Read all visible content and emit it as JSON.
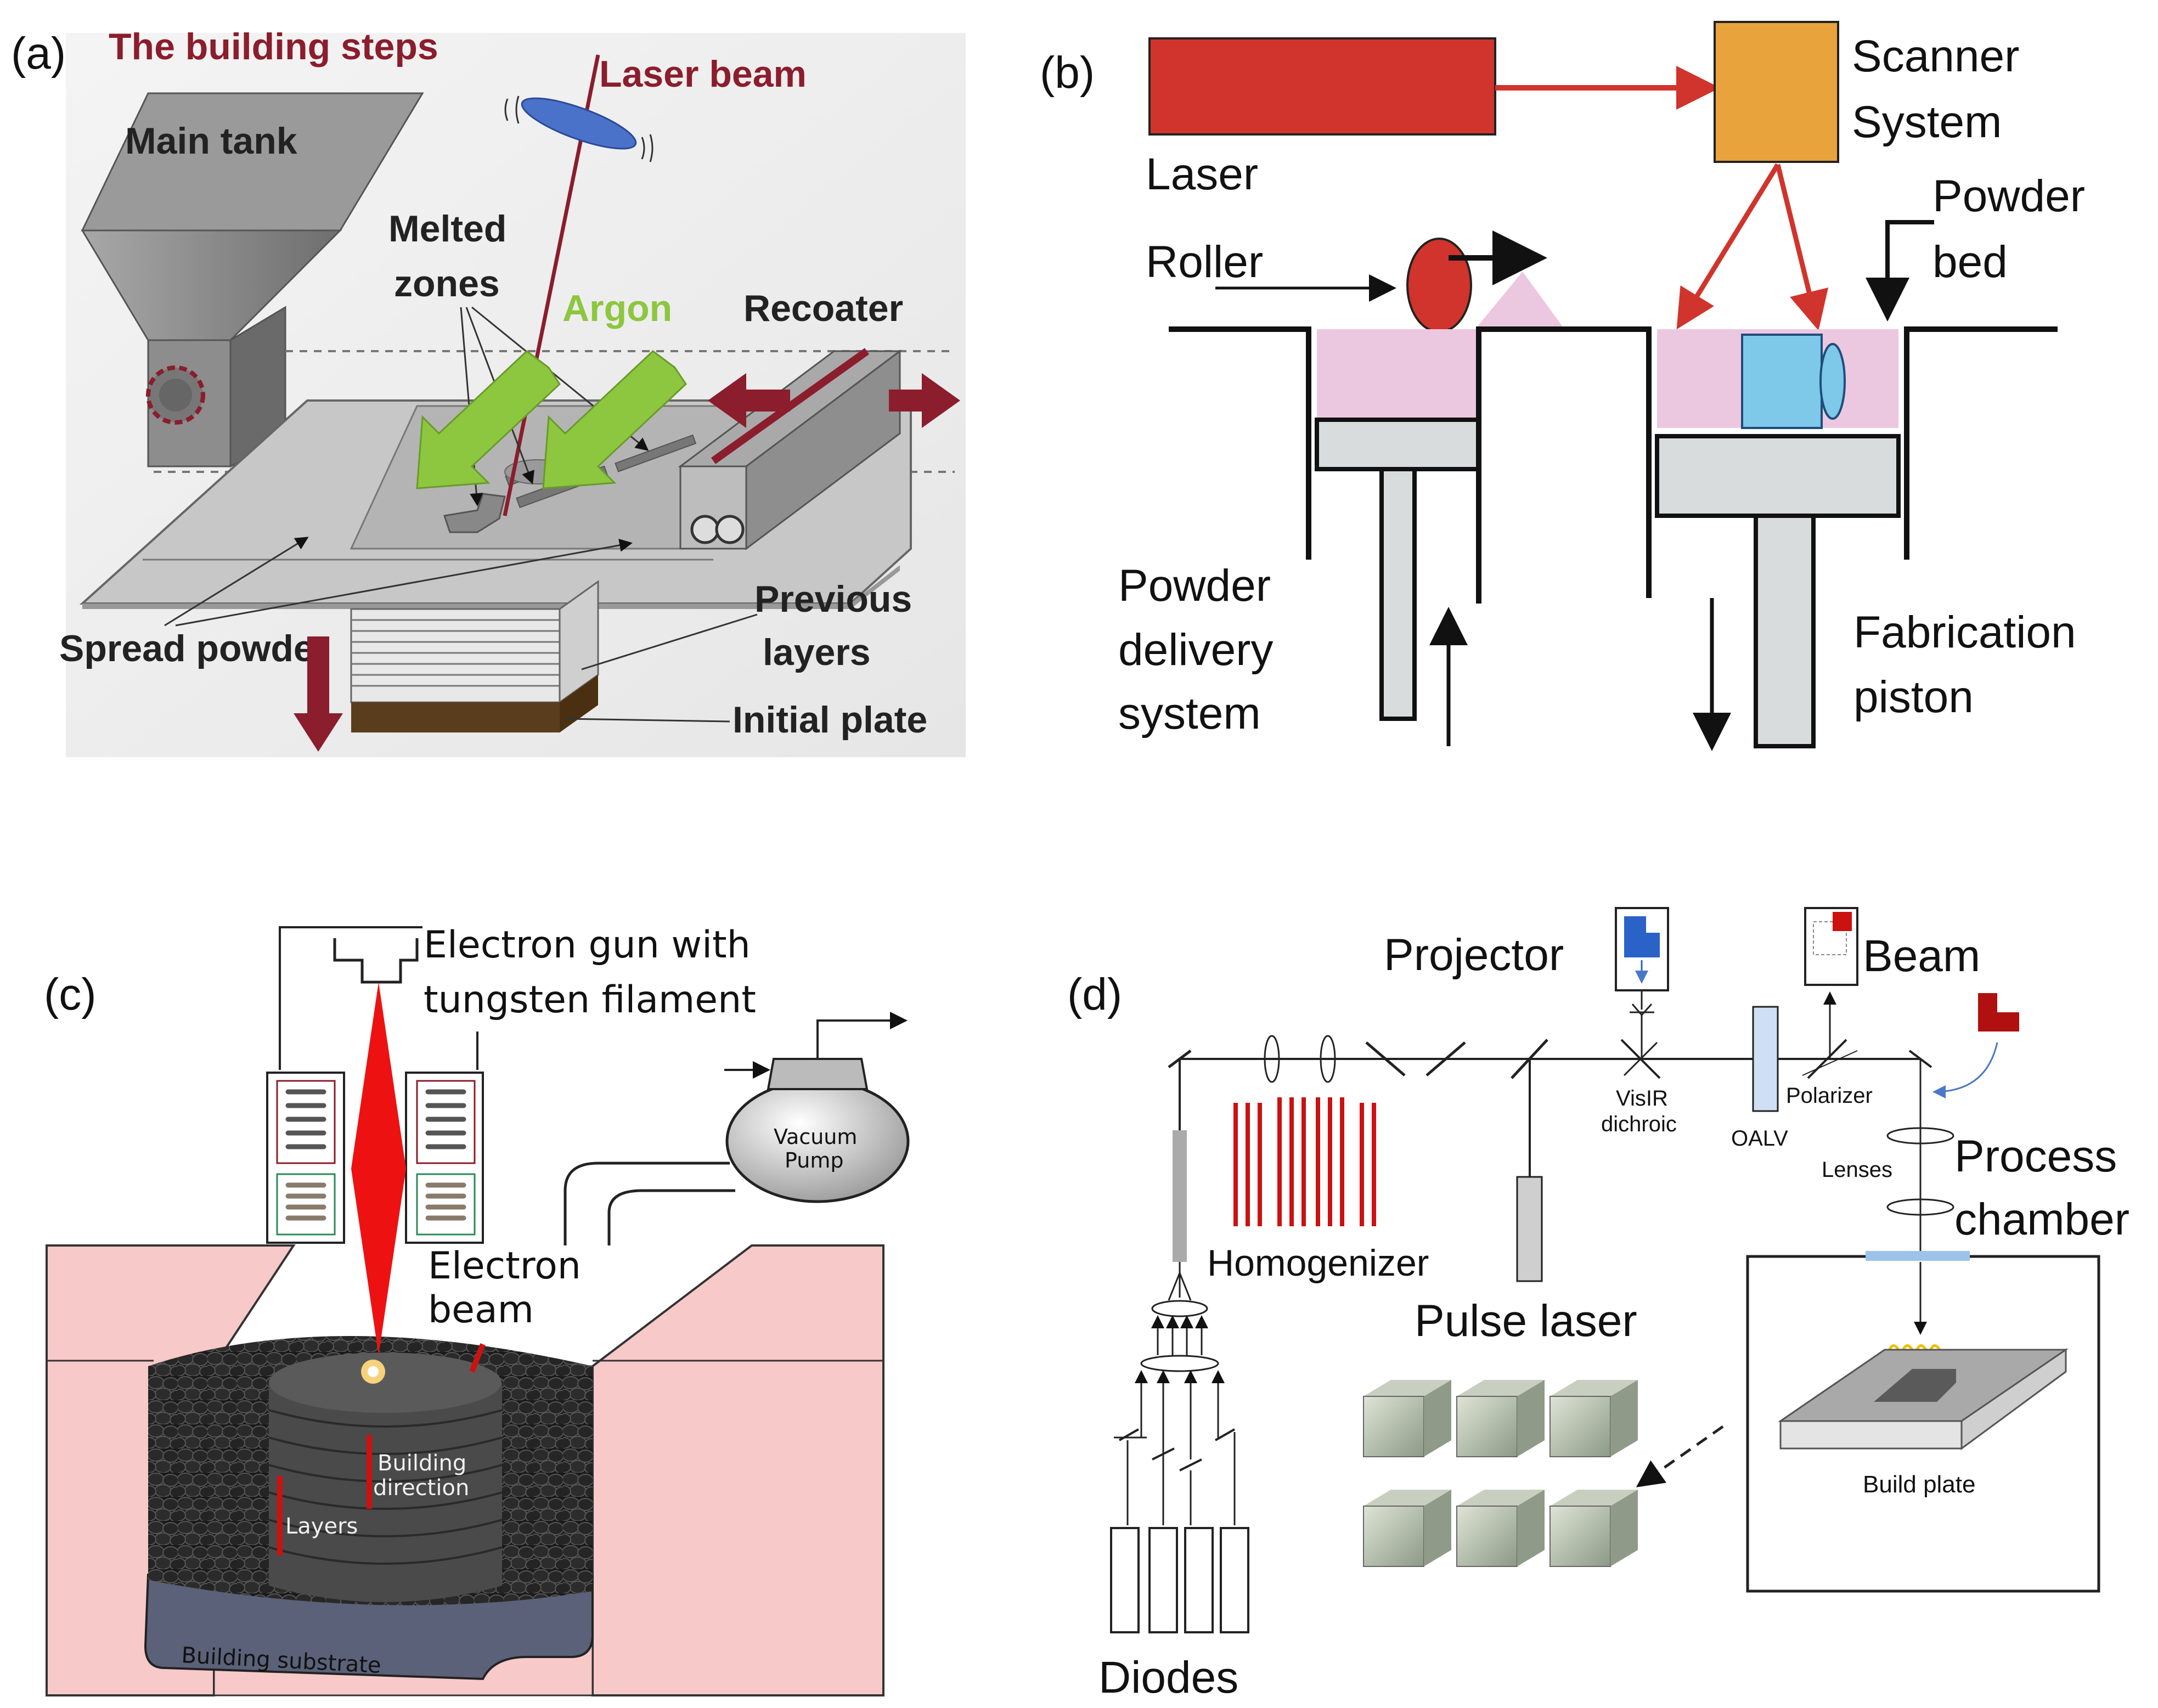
{
  "colors": {
    "maroon": "#8b1d2c",
    "argon_green": "#8dc63f",
    "laser_red": "#d0342c",
    "scanner_orange": "#e8a33d",
    "powder_pink": "#ecc8e0",
    "part_blue": "#7ec8ea",
    "chamber_pink": "#f7c9c9",
    "homogenizer_red": "#cc1111"
  },
  "panel_a": {
    "letter": "(a)",
    "title": "The building steps",
    "main_tank": "Main tank",
    "laser_beam": "Laser beam",
    "melted_zones_1": "Melted",
    "melted_zones_2": "zones",
    "argon": "Argon",
    "recoater": "Recoater",
    "spread_powder": "Spread powder",
    "previous_layers_1": "Previous",
    "previous_layers_2": "layers",
    "initial_plate": "Initial plate"
  },
  "panel_b": {
    "letter": "(b)",
    "laser": "Laser",
    "scanner_1": "Scanner",
    "scanner_2": "System",
    "roller": "Roller",
    "powder_bed_1": "Powder",
    "powder_bed_2": "bed",
    "powder_delivery_1": "Powder",
    "powder_delivery_2": "delivery",
    "powder_delivery_3": "system",
    "fabrication_1": "Fabrication",
    "fabrication_2": "piston"
  },
  "panel_c": {
    "letter": "(c)",
    "electron_gun_1": "Electron gun with",
    "electron_gun_2": "tungsten filament",
    "vacuum_1": "Vacuum",
    "vacuum_2": "Pump",
    "electron_beam_1": "Electron",
    "electron_beam_2": "beam",
    "building_direction_1": "Building",
    "building_direction_2": "direction",
    "layers": "Layers",
    "building_substrate": "Building substrate"
  },
  "panel_d": {
    "letter": "(d)",
    "projector": "Projector",
    "beam": "Beam",
    "visir_1": "VisIR",
    "visir_2": "dichroic",
    "polarizer": "Polarizer",
    "oalv": "OALV",
    "lenses": "Lenses",
    "process_1": "Process",
    "process_2": "chamber",
    "homogenizer": "Homogenizer",
    "pulse_laser": "Pulse laser",
    "build_plate": "Build plate",
    "diodes": "Diodes"
  }
}
